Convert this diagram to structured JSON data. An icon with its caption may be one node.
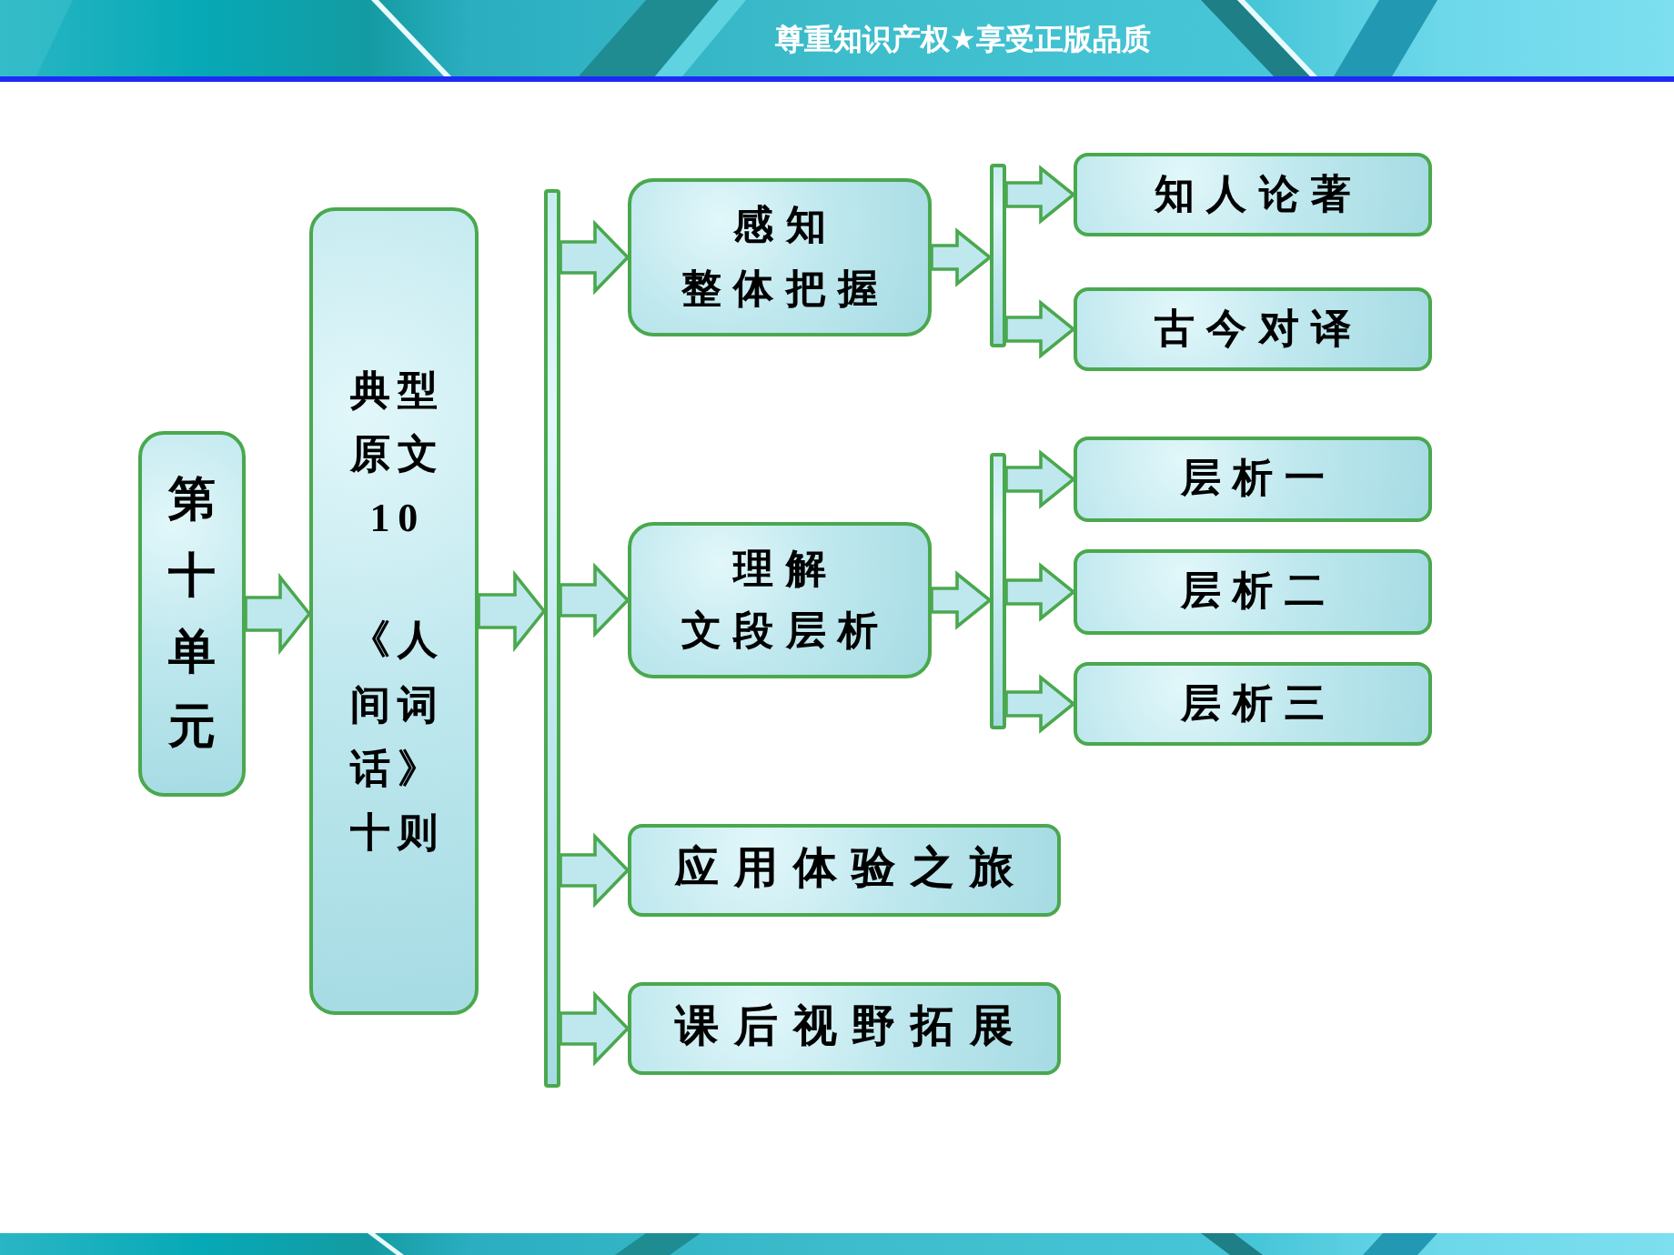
{
  "diagram": {
    "nodes": [
      {
        "text": [
          "第十单元"
        ]
      },
      {
        "text": [
          "典型原文10",
          "《人间词话》十则"
        ]
      },
      {
        "text": [],
        "shape": "bar"
      },
      {
        "text": [
          "感知",
          "整体把握"
        ]
      },
      {
        "text": [
          "理解",
          "文段层析"
        ]
      },
      {
        "text": [
          "应用体验之旅"
        ]
      },
      {
        "text": [
          "课后视野拓展"
        ]
      },
      {
        "text": [],
        "shape": "bar"
      },
      {
        "text": [],
        "shape": "bar"
      },
      {
        "text": [
          "知人论著"
        ]
      },
      {
        "text": [
          "古今对译"
        ]
      },
      {
        "text": [
          "层析一"
        ]
      },
      {
        "text": [
          "层析二"
        ]
      },
      {
        "text": [
          "层析三"
        ]
      }
    ],
    "edges": [
      {
        "from": 0,
        "to": 1,
        "arrow": "to"
      },
      {
        "from": 1,
        "to": 2,
        "arrow": "to"
      },
      {
        "from": 2,
        "to": 3,
        "arrow": "to"
      },
      {
        "from": 2,
        "to": 4,
        "arrow": "to"
      },
      {
        "from": 2,
        "to": 5,
        "arrow": "to"
      },
      {
        "from": 2,
        "to": 6,
        "arrow": "to"
      },
      {
        "from": 3,
        "to": 7,
        "arrow": "to"
      },
      {
        "from": 7,
        "to": 9,
        "arrow": "to"
      },
      {
        "from": 7,
        "to": 10,
        "arrow": "to"
      },
      {
        "from": 4,
        "to": 8,
        "arrow": "to"
      },
      {
        "from": 8,
        "to": 11,
        "arrow": "to"
      },
      {
        "from": 8,
        "to": 12,
        "arrow": "to"
      },
      {
        "from": 8,
        "to": 13,
        "arrow": "to"
      }
    ],
    "labels": [
      "尊重知识产权★享受正版品质"
    ]
  }
}
